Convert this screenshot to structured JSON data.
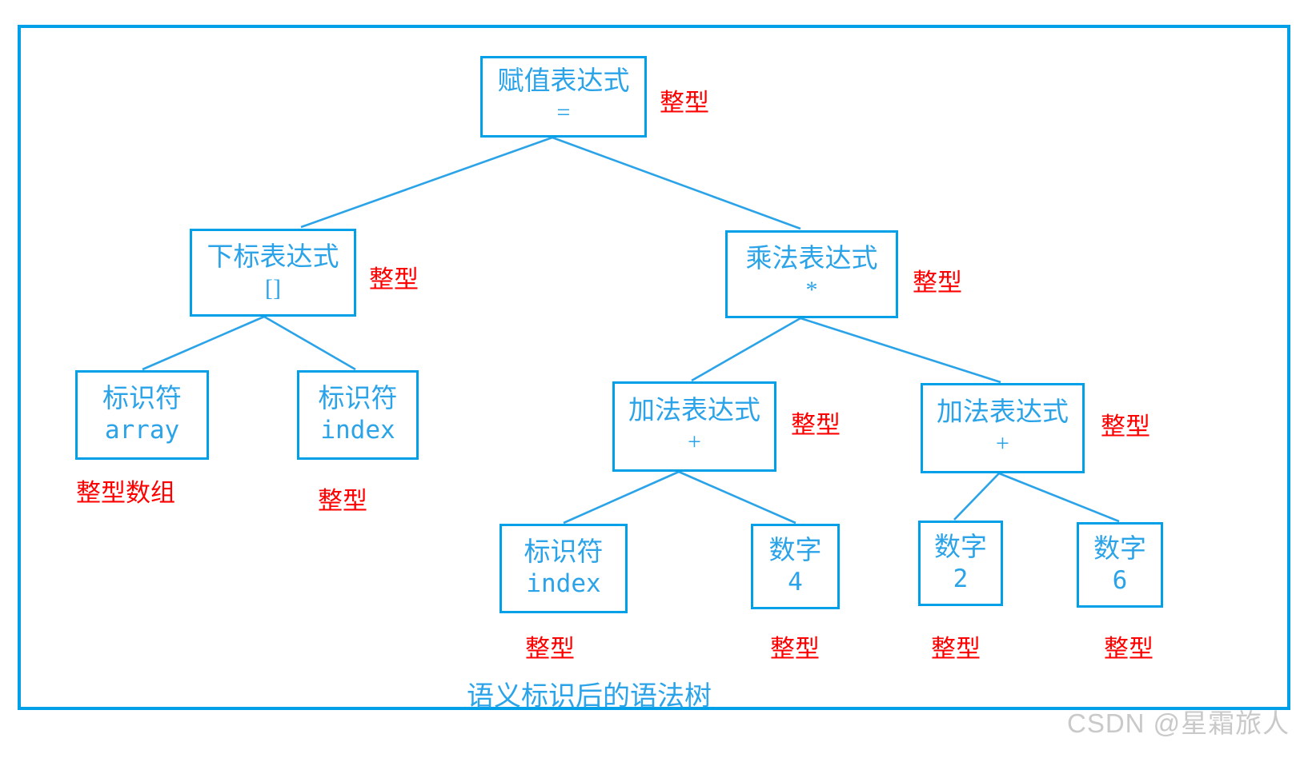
{
  "diagram": {
    "caption": "语义标识后的语法树",
    "watermark": "CSDN @星霜旅人",
    "colors": {
      "node_border": "#00a0e9",
      "node_text": "#2aa3e8",
      "type_label": "#ff0000",
      "frame": "#00a0e9",
      "background": "#ffffff"
    },
    "nodes": [
      {
        "id": "assign",
        "title": "赋值表达式",
        "sub": "=",
        "type_label": "整型"
      },
      {
        "id": "subscript",
        "title": "下标表达式",
        "sub": "[]",
        "type_label": "整型"
      },
      {
        "id": "multiply",
        "title": "乘法表达式",
        "sub": "*",
        "type_label": "整型"
      },
      {
        "id": "id-array",
        "title": "标识符",
        "sub": "array",
        "type_label": "整型数组"
      },
      {
        "id": "id-index",
        "title": "标识符",
        "sub": "index",
        "type_label": "整型"
      },
      {
        "id": "add-left",
        "title": "加法表达式",
        "sub": "+",
        "type_label": "整型"
      },
      {
        "id": "add-right",
        "title": "加法表达式",
        "sub": "+",
        "type_label": "整型"
      },
      {
        "id": "id-index2",
        "title": "标识符",
        "sub": "index",
        "type_label": "整型"
      },
      {
        "id": "num-4",
        "title": "数字",
        "sub": "4",
        "type_label": "整型"
      },
      {
        "id": "num-2",
        "title": "数字",
        "sub": "2",
        "type_label": "整型"
      },
      {
        "id": "num-6",
        "title": "数字",
        "sub": "6",
        "type_label": "整型"
      }
    ],
    "edges": [
      {
        "from": "assign",
        "to": "subscript"
      },
      {
        "from": "assign",
        "to": "multiply"
      },
      {
        "from": "subscript",
        "to": "id-array"
      },
      {
        "from": "subscript",
        "to": "id-index"
      },
      {
        "from": "multiply",
        "to": "add-left"
      },
      {
        "from": "multiply",
        "to": "add-right"
      },
      {
        "from": "add-left",
        "to": "id-index2"
      },
      {
        "from": "add-left",
        "to": "num-4"
      },
      {
        "from": "add-right",
        "to": "num-2"
      },
      {
        "from": "add-right",
        "to": "num-6"
      }
    ]
  }
}
